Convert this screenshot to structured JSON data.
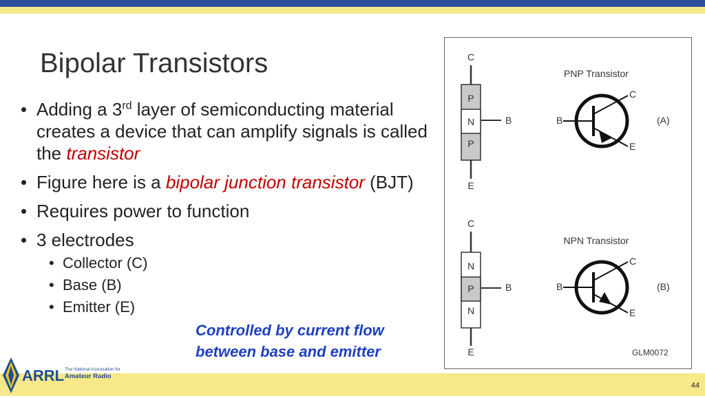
{
  "slide": {
    "title": "Bipolar Transistors",
    "bullets": {
      "b1_part1": "Adding a 3",
      "b1_sup": "rd",
      "b1_part2": " layer of semiconducting material creates a device that can amplify signals is called the ",
      "b1_em": "transistor",
      "b2_part1": "Figure here is a ",
      "b2_em": "bipolar junction transistor",
      "b2_part2": " (BJT)",
      "b3": "Requires power to function",
      "b4": "3 electrodes",
      "sub": [
        "Collector (C)",
        "Base (B)",
        "Emitter (E)"
      ]
    },
    "note_line1": "Controlled by current flow",
    "note_line2": "between base and emitter",
    "page_number": "44"
  },
  "figure": {
    "pnp_title": "PNP Transistor",
    "npn_title": "NPN Transistor",
    "pnp_layers": [
      "P",
      "N",
      "P"
    ],
    "npn_layers": [
      "N",
      "P",
      "N"
    ],
    "label_c": "C",
    "label_b": "B",
    "label_e": "E",
    "tag_a": "(A)",
    "tag_b": "(B)",
    "code": "GLM0072"
  },
  "logo": {
    "brand": "ARRL",
    "tagline_1": "The National Association for",
    "tagline_2": "Amateur Radio"
  },
  "colors": {
    "header_blue": "#2f4f9a",
    "header_yellow": "#f7e98a",
    "accent_red": "#c00000",
    "note_blue": "#1f3fbf",
    "layer_gray": "#c9c9c9"
  }
}
